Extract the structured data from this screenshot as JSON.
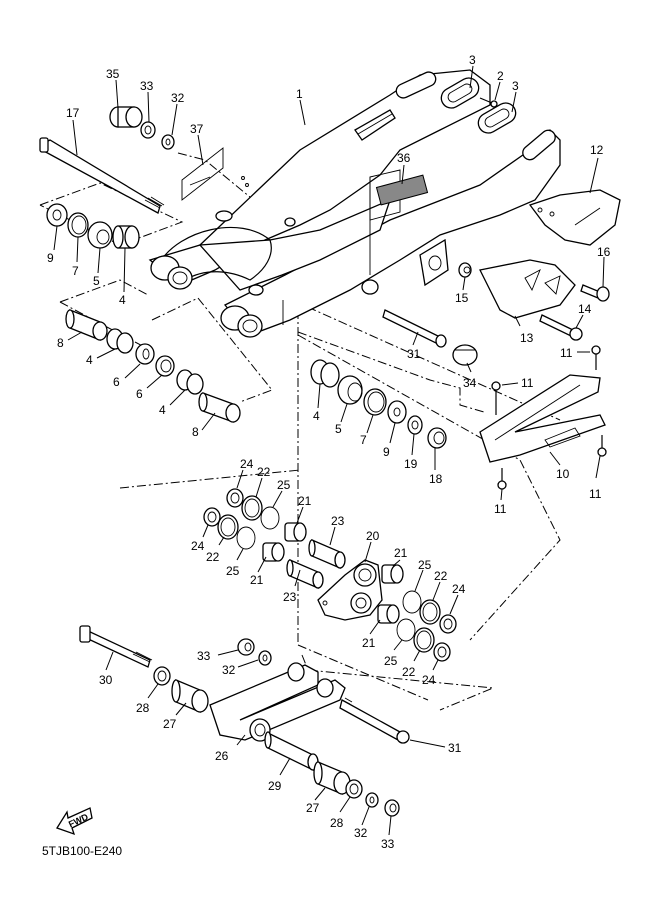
{
  "diagram": {
    "title_code": "5TJB100-E240",
    "direction_badge": "FWD",
    "callouts": [
      {
        "id": "c1",
        "num": "1"
      },
      {
        "id": "c2",
        "num": "2"
      },
      {
        "id": "c3a",
        "num": "3"
      },
      {
        "id": "c3b",
        "num": "3"
      },
      {
        "id": "c4a",
        "num": "4"
      },
      {
        "id": "c4b",
        "num": "4"
      },
      {
        "id": "c4c",
        "num": "4"
      },
      {
        "id": "c4d",
        "num": "4"
      },
      {
        "id": "c5a",
        "num": "5"
      },
      {
        "id": "c5b",
        "num": "5"
      },
      {
        "id": "c6a",
        "num": "6"
      },
      {
        "id": "c6b",
        "num": "6"
      },
      {
        "id": "c7a",
        "num": "7"
      },
      {
        "id": "c7b",
        "num": "7"
      },
      {
        "id": "c8a",
        "num": "8"
      },
      {
        "id": "c8b",
        "num": "8"
      },
      {
        "id": "c9a",
        "num": "9"
      },
      {
        "id": "c9b",
        "num": "9"
      },
      {
        "id": "c10",
        "num": "10"
      },
      {
        "id": "c11a",
        "num": "11"
      },
      {
        "id": "c11b",
        "num": "11"
      },
      {
        "id": "c11c",
        "num": "11"
      },
      {
        "id": "c11d",
        "num": "11"
      },
      {
        "id": "c12",
        "num": "12"
      },
      {
        "id": "c13",
        "num": "13"
      },
      {
        "id": "c14",
        "num": "14"
      },
      {
        "id": "c15",
        "num": "15"
      },
      {
        "id": "c16",
        "num": "16"
      },
      {
        "id": "c17",
        "num": "17"
      },
      {
        "id": "c18",
        "num": "18"
      },
      {
        "id": "c19",
        "num": "19"
      },
      {
        "id": "c20",
        "num": "20"
      },
      {
        "id": "c21a",
        "num": "21"
      },
      {
        "id": "c21b",
        "num": "21"
      },
      {
        "id": "c21c",
        "num": "21"
      },
      {
        "id": "c21d",
        "num": "21"
      },
      {
        "id": "c22a",
        "num": "22"
      },
      {
        "id": "c22b",
        "num": "22"
      },
      {
        "id": "c22c",
        "num": "22"
      },
      {
        "id": "c22d",
        "num": "22"
      },
      {
        "id": "c23a",
        "num": "23"
      },
      {
        "id": "c23b",
        "num": "23"
      },
      {
        "id": "c24a",
        "num": "24"
      },
      {
        "id": "c24b",
        "num": "24"
      },
      {
        "id": "c24c",
        "num": "24"
      },
      {
        "id": "c24d",
        "num": "24"
      },
      {
        "id": "c25a",
        "num": "25"
      },
      {
        "id": "c25b",
        "num": "25"
      },
      {
        "id": "c25c",
        "num": "25"
      },
      {
        "id": "c25d",
        "num": "25"
      },
      {
        "id": "c26",
        "num": "26"
      },
      {
        "id": "c27a",
        "num": "27"
      },
      {
        "id": "c27b",
        "num": "27"
      },
      {
        "id": "c28a",
        "num": "28"
      },
      {
        "id": "c28b",
        "num": "28"
      },
      {
        "id": "c29",
        "num": "29"
      },
      {
        "id": "c30",
        "num": "30"
      },
      {
        "id": "c31a",
        "num": "31"
      },
      {
        "id": "c31b",
        "num": "31"
      },
      {
        "id": "c32a",
        "num": "32"
      },
      {
        "id": "c32b",
        "num": "32"
      },
      {
        "id": "c32c",
        "num": "32"
      },
      {
        "id": "c33a",
        "num": "33"
      },
      {
        "id": "c33b",
        "num": "33"
      },
      {
        "id": "c33c",
        "num": "33"
      },
      {
        "id": "c34",
        "num": "34"
      },
      {
        "id": "c35",
        "num": "35"
      },
      {
        "id": "c36",
        "num": "36"
      },
      {
        "id": "c37",
        "num": "37"
      }
    ]
  }
}
